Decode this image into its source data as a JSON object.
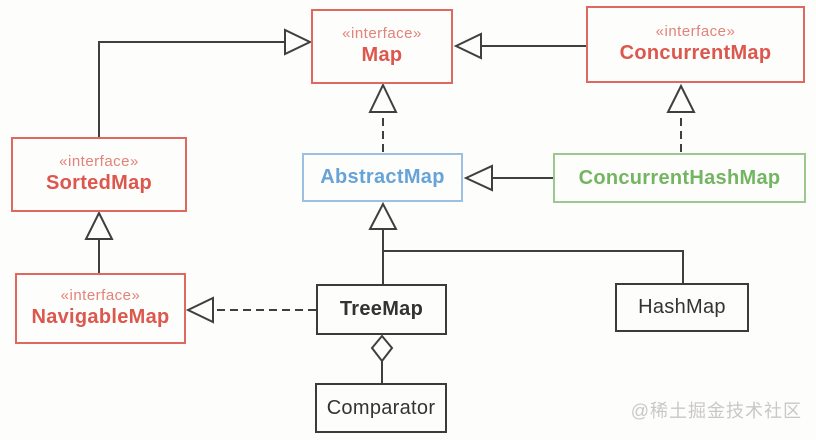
{
  "diagram": {
    "type": "uml-class-diagram",
    "subject": "Java Map hierarchy",
    "nodes": [
      {
        "id": "map",
        "stereotype": "«interface»",
        "name": "Map",
        "kind": "interface",
        "color": "#dc574d"
      },
      {
        "id": "concurrent-map",
        "stereotype": "«interface»",
        "name": "ConcurrentMap",
        "kind": "interface",
        "color": "#dc574d"
      },
      {
        "id": "sorted-map",
        "stereotype": "«interface»",
        "name": "SortedMap",
        "kind": "interface",
        "color": "#dc574d"
      },
      {
        "id": "abstract-map",
        "stereotype": "",
        "name": "AbstractMap",
        "kind": "abstract-class",
        "color": "#66a3d8"
      },
      {
        "id": "concurrent-hash-map",
        "stereotype": "",
        "name": "ConcurrentHashMap",
        "kind": "class",
        "color": "#74b563"
      },
      {
        "id": "navigable-map",
        "stereotype": "«interface»",
        "name": "NavigableMap",
        "kind": "interface",
        "color": "#dc574d"
      },
      {
        "id": "tree-map",
        "stereotype": "",
        "name": "TreeMap",
        "kind": "class",
        "color": "#333333"
      },
      {
        "id": "hash-map",
        "stereotype": "",
        "name": "HashMap",
        "kind": "class",
        "color": "#333333"
      },
      {
        "id": "comparator",
        "stereotype": "",
        "name": "Comparator",
        "kind": "class",
        "color": "#333333"
      }
    ],
    "edges": [
      {
        "from": "SortedMap",
        "to": "Map",
        "relation": "extends",
        "line": "solid",
        "marker": "hollow-triangle"
      },
      {
        "from": "ConcurrentMap",
        "to": "Map",
        "relation": "extends",
        "line": "solid",
        "marker": "hollow-triangle"
      },
      {
        "from": "AbstractMap",
        "to": "Map",
        "relation": "implements",
        "line": "dashed",
        "marker": "hollow-triangle"
      },
      {
        "from": "ConcurrentHashMap",
        "to": "AbstractMap",
        "relation": "extends",
        "line": "solid",
        "marker": "hollow-triangle"
      },
      {
        "from": "ConcurrentHashMap",
        "to": "ConcurrentMap",
        "relation": "implements",
        "line": "dashed",
        "marker": "hollow-triangle"
      },
      {
        "from": "NavigableMap",
        "to": "SortedMap",
        "relation": "extends",
        "line": "solid",
        "marker": "hollow-triangle"
      },
      {
        "from": "TreeMap",
        "to": "NavigableMap",
        "relation": "implements",
        "line": "dashed",
        "marker": "hollow-triangle"
      },
      {
        "from": "TreeMap",
        "to": "AbstractMap",
        "relation": "extends",
        "line": "solid",
        "marker": "hollow-triangle"
      },
      {
        "from": "HashMap",
        "to": "AbstractMap",
        "relation": "extends",
        "line": "solid",
        "marker": "hollow-triangle"
      },
      {
        "from": "TreeMap",
        "to": "Comparator",
        "relation": "aggregation",
        "line": "solid",
        "marker": "hollow-diamond"
      }
    ]
  },
  "watermark": {
    "text": "@稀土掘金技术社区"
  },
  "colors": {
    "interface_red": "#dc574d",
    "interface_border": "#e0685f",
    "abstract_blue": "#66a3d8",
    "class_green": "#74b563",
    "plain_dark": "#333333",
    "line": "#3f3f3f",
    "background": "#fdfdfb",
    "watermark_gray": "#c9c8c5"
  }
}
